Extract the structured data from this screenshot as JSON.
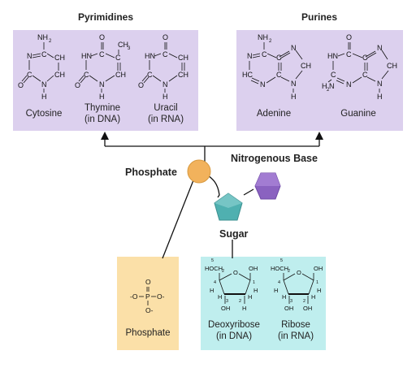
{
  "pyrimidines": {
    "title": "Pyrimidines",
    "cytosine": "Cytosine",
    "thymine": [
      "Thymine",
      "(in DNA)"
    ],
    "uracil": [
      "Uracil",
      "(in RNA)"
    ]
  },
  "purines": {
    "title": "Purines",
    "adenine": "Adenine",
    "guanine": "Guanine"
  },
  "labels": {
    "nitrogenous_base": "Nitrogenous Base",
    "phosphate": "Phosphate",
    "sugar": "Sugar"
  },
  "phosphate_box": {
    "label": "Phosphate"
  },
  "sugar_box": {
    "deoxyribose": [
      "Deoxyribose",
      "(in DNA)"
    ],
    "ribose": [
      "Ribose",
      "(in RNA)"
    ]
  },
  "colors": {
    "base_box": "#dcd0ee",
    "phosphate_box": "#fbe0a8",
    "sugar_box": "#bfeeee",
    "phosphate_shape": "#f2b25c",
    "sugar_shape": "#4fb0b0",
    "base_shape": "#8a62c0"
  }
}
